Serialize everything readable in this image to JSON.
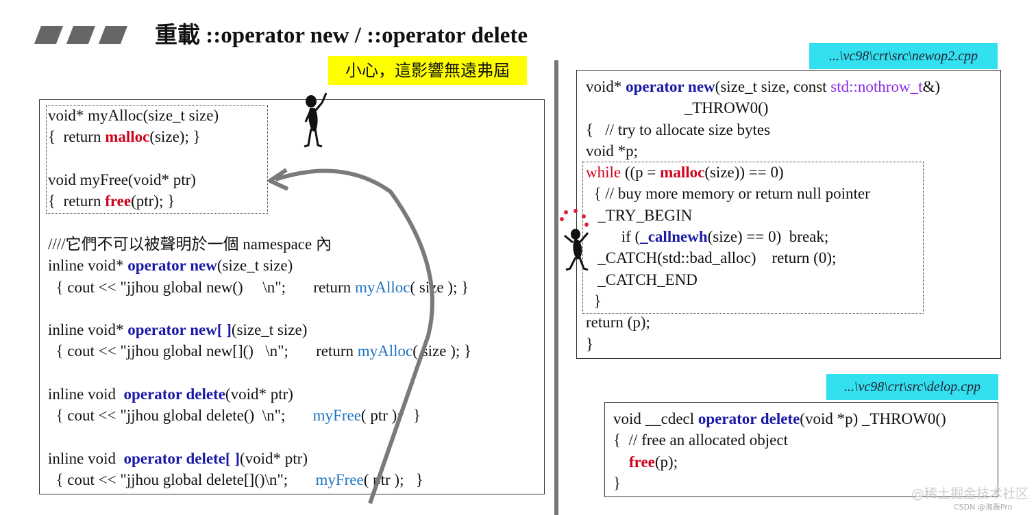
{
  "title": "重載 ::operator new / ::operator delete",
  "warning_note": "小心，這影響無遠弗屆",
  "left": {
    "alloc_lines": [
      [
        {
          "t": "void* myAlloc(size_t size)"
        }
      ],
      [
        {
          "t": "{  return "
        },
        {
          "t": "malloc",
          "c": "red"
        },
        {
          "t": "(size); }"
        }
      ],
      [
        {
          "t": ""
        }
      ],
      [
        {
          "t": "void myFree(void* ptr)"
        }
      ],
      [
        {
          "t": "{  return "
        },
        {
          "t": "free",
          "c": "red"
        },
        {
          "t": "(ptr); }"
        }
      ]
    ],
    "body_lines": [
      [
        {
          "t": "////它們不可以被聲明於一個 namespace 內"
        }
      ],
      [
        {
          "t": "inline void* "
        },
        {
          "t": "operator new",
          "c": "kw"
        },
        {
          "t": "(size_t size)"
        }
      ],
      [
        {
          "t": "  { cout << \"jjhou global new()     \\n\";       return "
        },
        {
          "t": "myAlloc",
          "c": "blue"
        },
        {
          "t": "( size ); }"
        }
      ],
      [
        {
          "t": ""
        }
      ],
      [
        {
          "t": "inline void* "
        },
        {
          "t": "operator new[ ]",
          "c": "kw"
        },
        {
          "t": "(size_t size)"
        }
      ],
      [
        {
          "t": "  { cout << \"jjhou global new[]()   \\n\";       return "
        },
        {
          "t": "myAlloc",
          "c": "blue"
        },
        {
          "t": "( size ); }"
        }
      ],
      [
        {
          "t": ""
        }
      ],
      [
        {
          "t": "inline void  "
        },
        {
          "t": "operator delete",
          "c": "kw"
        },
        {
          "t": "(void* ptr)"
        }
      ],
      [
        {
          "t": "  { cout << \"jjhou global delete()  \\n\";       "
        },
        {
          "t": "myFree",
          "c": "blue"
        },
        {
          "t": "( ptr );   }"
        }
      ],
      [
        {
          "t": ""
        }
      ],
      [
        {
          "t": "inline void  "
        },
        {
          "t": "operator delete[ ]",
          "c": "kw"
        },
        {
          "t": "(void* ptr)"
        }
      ],
      [
        {
          "t": "  { cout << \"jjhou global delete[]()\\n\";       "
        },
        {
          "t": "myFree",
          "c": "blue"
        },
        {
          "t": "( ptr );   }"
        }
      ]
    ]
  },
  "right_top": {
    "path": "...\\vc98\\crt\\src\\newop2.cpp",
    "lines": [
      [
        {
          "t": "void* "
        },
        {
          "t": "operator new",
          "c": "kw"
        },
        {
          "t": "(size_t size, const "
        },
        {
          "t": "std::nothrow_t",
          "c": "purple"
        },
        {
          "t": "&)"
        }
      ],
      [
        {
          "t": "                         _THROW0()"
        }
      ],
      [
        {
          "t": "{   // try to allocate size bytes"
        }
      ],
      [
        {
          "t": "void *p;"
        }
      ],
      [
        {
          "t": "while",
          "c": "redp"
        },
        {
          "t": " ((p = "
        },
        {
          "t": "malloc",
          "c": "red"
        },
        {
          "t": "(size)) == 0)"
        }
      ],
      [
        {
          "t": "  { // buy more memory or return null pointer"
        }
      ],
      [
        {
          "t": "   _TRY_BEGIN"
        }
      ],
      [
        {
          "t": "         if ("
        },
        {
          "t": "_callnewh",
          "c": "kw"
        },
        {
          "t": "(size) == 0)  break;"
        }
      ],
      [
        {
          "t": "   _CATCH(std::bad_alloc)    return (0);"
        }
      ],
      [
        {
          "t": "   _CATCH_END"
        }
      ],
      [
        {
          "t": "  }"
        }
      ],
      [
        {
          "t": "return (p);"
        }
      ],
      [
        {
          "t": "}"
        }
      ]
    ]
  },
  "right_bottom": {
    "path": "...\\vc98\\crt\\src\\delop.cpp",
    "lines": [
      [
        {
          "t": "void __cdecl "
        },
        {
          "t": "operator delete",
          "c": "kw"
        },
        {
          "t": "(void *p) _THROW0()"
        }
      ],
      [
        {
          "t": "{  // free an allocated object"
        }
      ],
      [
        {
          "t": "    "
        },
        {
          "t": "free",
          "c": "red"
        },
        {
          "t": "(p);"
        }
      ],
      [
        {
          "t": "}"
        }
      ]
    ]
  },
  "watermark": {
    "line1": "@稀土掘金技术社区",
    "line2": "CSDN @海轰Pro"
  }
}
